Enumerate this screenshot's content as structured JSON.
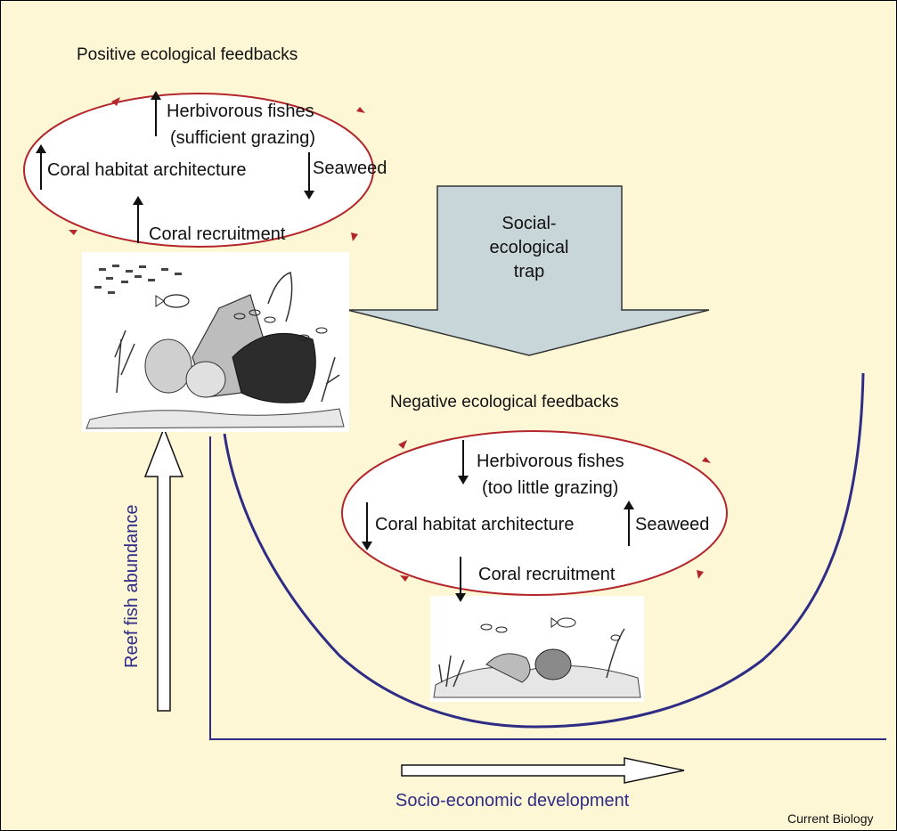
{
  "positive_loop": {
    "title": "Positive ecological feedbacks",
    "items": [
      {
        "text": "Herbivorous fishes",
        "direction": "up"
      },
      {
        "text": "(sufficient grazing)",
        "direction": "none"
      },
      {
        "text": "Coral habitat architecture",
        "direction": "up"
      },
      {
        "text": "Seaweed",
        "direction": "down"
      },
      {
        "text": "Coral recruitment",
        "direction": "up"
      }
    ]
  },
  "negative_loop": {
    "title": "Negative ecological feedbacks",
    "items": [
      {
        "text": "Herbivorous fishes",
        "direction": "down"
      },
      {
        "text": "(too little grazing)",
        "direction": "none"
      },
      {
        "text": "Coral habitat architecture",
        "direction": "down"
      },
      {
        "text": "Seaweed",
        "direction": "up"
      },
      {
        "text": "Coral recruitment",
        "direction": "down"
      }
    ]
  },
  "trap": {
    "lines": [
      "Social-",
      "ecological",
      "trap"
    ]
  },
  "axes": {
    "y_label": "Reef fish abundance",
    "x_label": "Socio-economic development"
  },
  "credit": "Current Biology",
  "colors": {
    "background": "#fdf7d6",
    "loop_stroke": "#b3262a",
    "curve": "#2f2c86",
    "trap_fill": "#c8d6d9",
    "axis_label": "#2f2c86"
  },
  "icons": [
    "up-arrow-icon",
    "down-arrow-icon",
    "reef-illustration",
    "degraded-reef-illustration"
  ]
}
